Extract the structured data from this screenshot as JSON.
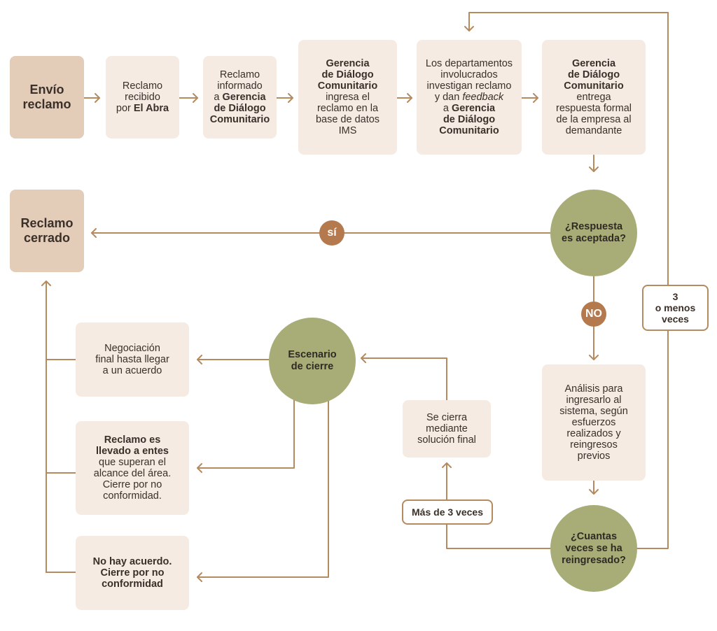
{
  "colors": {
    "box_fill": "#f5ebe3",
    "terminal_fill": "#e3cdb9",
    "decision_fill": "#a8ad77",
    "connector": "#b48a5e",
    "badge_fill": "#b47a4e"
  },
  "nodes": {
    "envio": {
      "line1": "Envío",
      "line2": "reclamo"
    },
    "recibido": {
      "line1": "Reclamo",
      "line2": "recibido",
      "line3_prefix": "por ",
      "line3_bold": "El Abra"
    },
    "informado": {
      "line1": "Reclamo",
      "line2": "informado",
      "line3_prefix": "a ",
      "line3_bold": "Gerencia",
      "line4": "de Diálogo",
      "line5": "Comunitario"
    },
    "ingresa": {
      "b1": "Gerencia",
      "b2": "de Diálogo",
      "b3": "Comunitario",
      "l4": "ingresa el",
      "l5": "reclamo en la",
      "l6": "base de datos",
      "l7": "IMS"
    },
    "investigan": {
      "l1": "Los departamentos",
      "l2": "involucrados",
      "l3": "investigan reclamo",
      "l4_prefix": "y dan ",
      "l4_italic": "feedback",
      "l5_prefix": "a ",
      "l5_bold": "Gerencia",
      "l6": "de Diálogo",
      "l7": "Comunitario"
    },
    "respuesta": {
      "b1": "Gerencia",
      "b2": "de Diálogo",
      "b3": "Comunitario",
      "l4": "entrega",
      "l5": "respuesta formal",
      "l6": "de la empresa al",
      "l7": "demandante"
    },
    "cerrado": {
      "line1": "Reclamo",
      "line2": "cerrado"
    },
    "aceptada": {
      "line1": "¿Respuesta",
      "line2": "es aceptada?"
    },
    "analisis": {
      "l1": "Análisis para",
      "l2": "ingresarlo al",
      "l3": "sistema, según",
      "l4": "esfuerzos",
      "l5": "realizados y",
      "l6": "reingresos",
      "l7": "previos"
    },
    "cuantas": {
      "line1": "¿Cuantas",
      "line2": "veces se ha",
      "line3": "reingresado?"
    },
    "se_cierra": {
      "line1": "Se cierra",
      "line2": "mediante",
      "line3": "solución final"
    },
    "escenario": {
      "line1": "Escenario",
      "line2": "de cierre"
    },
    "negociacion": {
      "line1": "Negociación",
      "line2": "final hasta llegar",
      "line3": "a un acuerdo"
    },
    "entes": {
      "b1": "Reclamo es",
      "b2": "llevado a entes",
      "l3": "que superan el",
      "l4": "alcance del área.",
      "l5": "Cierre por no",
      "l6": "conformidad."
    },
    "no_acuerdo": {
      "line1": "No hay acuerdo.",
      "line2": "Cierre por no",
      "line3": "conformidad"
    }
  },
  "labels": {
    "si": "sí",
    "no": "NO",
    "tres_menos": {
      "line1": "3",
      "line2": "o menos",
      "line3": "veces"
    },
    "mas_de_3": "Más de 3 veces"
  }
}
